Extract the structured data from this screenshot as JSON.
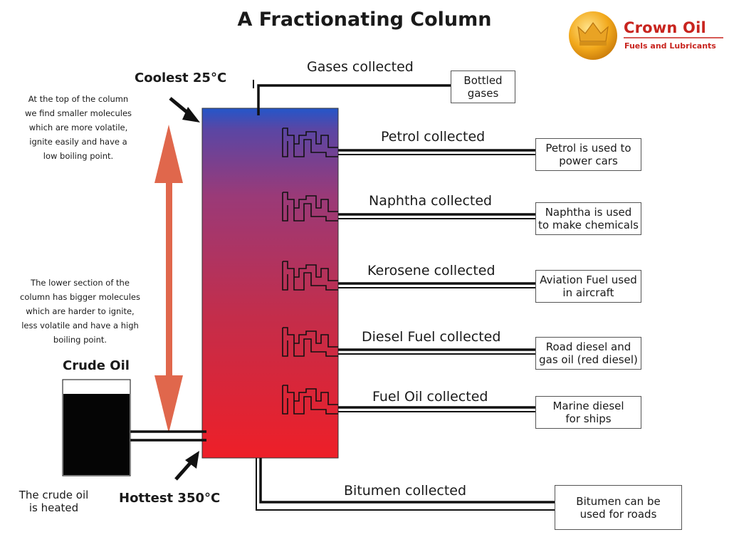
{
  "title": "A Fractionating Column",
  "brand": {
    "name": "Crown Oil",
    "tagline": "Fuels and Lubricants"
  },
  "temps": {
    "coolest": "Coolest 25°C",
    "hottest": "Hottest 350°C"
  },
  "notes": {
    "top": [
      "At the top of the column",
      "we find smaller molecules",
      "which are more volatile,",
      "ignite easily and have a",
      "low boiling point."
    ],
    "bottom": [
      "The lower section of the",
      "column has bigger molecules",
      "which are harder to ignite,",
      "less volatile and have a high",
      "boiling point."
    ]
  },
  "crude": {
    "label": "Crude Oil",
    "heated": [
      "The crude oil",
      "is heated"
    ]
  },
  "fractions": [
    {
      "collected": "Gases collected",
      "use": [
        "Bottled",
        "gases"
      ]
    },
    {
      "collected": "Petrol collected",
      "use": [
        "Petrol is used to",
        "power cars"
      ]
    },
    {
      "collected": "Naphtha collected",
      "use": [
        "Naphtha is used",
        "to make chemicals"
      ]
    },
    {
      "collected": "Kerosene collected",
      "use": [
        "Aviation Fuel used",
        "in aircraft"
      ]
    },
    {
      "collected": "Diesel Fuel collected",
      "use": [
        "Road diesel and",
        "gas oil (red diesel)"
      ]
    },
    {
      "collected": "Fuel Oil collected",
      "use": [
        "Marine diesel",
        "for ships"
      ]
    },
    {
      "collected": "Bitumen collected",
      "use": [
        "Bitumen can be",
        "used for roads"
      ]
    }
  ],
  "colors": {
    "top": "#2456c9",
    "bottom": "#e8202b",
    "arrow": "#e0674c",
    "brand": "#c8241e"
  }
}
